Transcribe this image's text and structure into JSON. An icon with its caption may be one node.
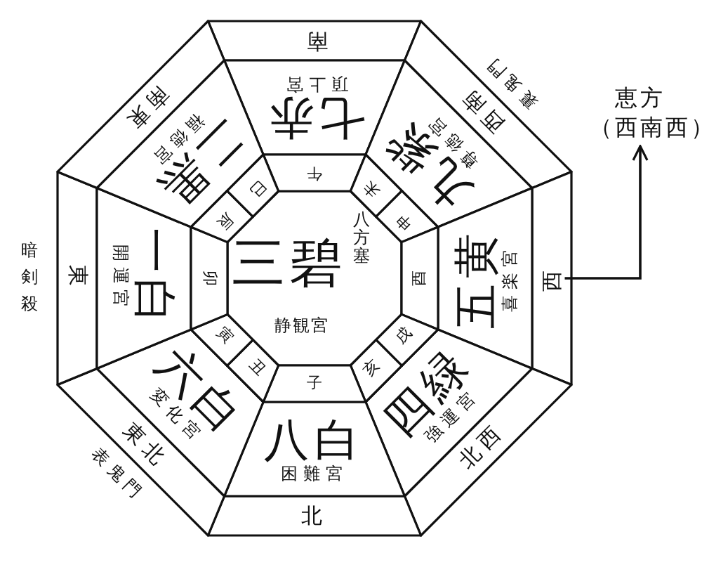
{
  "diagram": {
    "nodes": [
      {
        "text": [
          "三碧",
          "静観宮",
          "八方塞"
        ]
      },
      {
        "text": [
          "南"
        ]
      },
      {
        "text": [
          "七赤",
          "頂上宮"
        ]
      },
      {
        "text": [
          "午"
        ]
      },
      {
        "text": [
          "西南"
        ],
        "beside": [
          "裏鬼門"
        ]
      },
      {
        "text": [
          "九紫",
          "尊徳宮"
        ]
      },
      {
        "text": [
          "未"
        ]
      },
      {
        "text": [
          "申"
        ]
      },
      {
        "text": [
          "西"
        ]
      },
      {
        "text": [
          "五黄",
          "喜楽宮"
        ]
      },
      {
        "text": [
          "酉"
        ]
      },
      {
        "text": [
          "北西"
        ]
      },
      {
        "text": [
          "四緑",
          "強運宮"
        ]
      },
      {
        "text": [
          "戌"
        ]
      },
      {
        "text": [
          "亥"
        ]
      },
      {
        "text": [
          "北"
        ]
      },
      {
        "text": [
          "八白",
          "困難宮"
        ]
      },
      {
        "text": [
          "子"
        ]
      },
      {
        "text": [
          "東北"
        ],
        "beside": [
          "表鬼門"
        ]
      },
      {
        "text": [
          "六白",
          "変化宮"
        ]
      },
      {
        "text": [
          "丑"
        ]
      },
      {
        "text": [
          "寅"
        ]
      },
      {
        "text": [
          "東"
        ],
        "beside": [
          "暗剣殺"
        ]
      },
      {
        "text": [
          "一白",
          "開運宮"
        ]
      },
      {
        "text": [
          "卯"
        ]
      },
      {
        "text": [
          "南東"
        ]
      },
      {
        "text": [
          "二黒",
          "福徳宮"
        ]
      },
      {
        "text": [
          "辰"
        ]
      },
      {
        "text": [
          "巳"
        ]
      },
      {
        "text": [
          "恵方",
          "（西南西）"
        ]
      }
    ],
    "edges": [
      {
        "from": 8,
        "to": 29,
        "arrow": "to"
      }
    ]
  }
}
